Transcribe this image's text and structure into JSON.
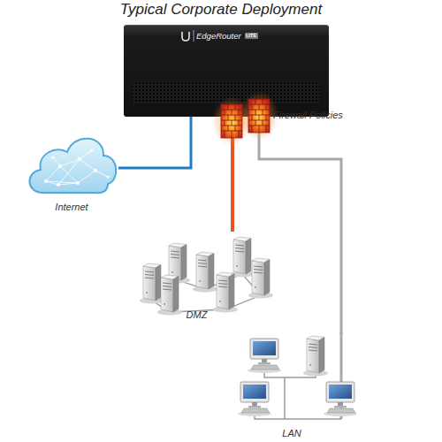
{
  "diagram": {
    "title": "Typical Corporate Deployment",
    "nodes": [
      {
        "text": [
          "EdgeRouter",
          "LITE"
        ]
      },
      {
        "text": [
          "Internet"
        ]
      },
      {
        "text": [
          "DMZ"
        ]
      },
      {
        "text": [
          "LAN"
        ]
      }
    ],
    "edges": [
      {
        "from": 0,
        "to": 1,
        "arrow": "none"
      },
      {
        "from": 0,
        "to": 2,
        "arrow": "none"
      },
      {
        "from": 0,
        "to": 3,
        "arrow": "none"
      }
    ],
    "labels": [
      "Firewall Policies"
    ]
  }
}
